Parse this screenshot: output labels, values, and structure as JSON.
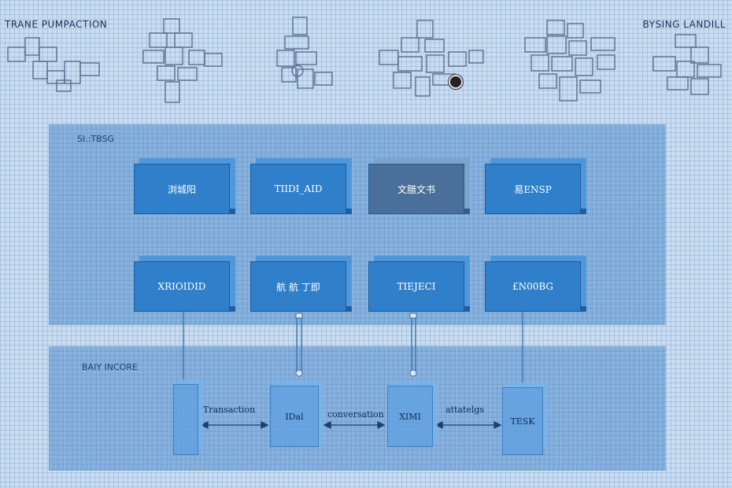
{
  "header": {
    "left_label": "TRANE PUMPACTION",
    "right_label": "BYSING LANDILL"
  },
  "top_panel": {
    "label": "SI.:TBSG",
    "boxes_row1": [
      "浏城阳",
      "TIIDI_AID",
      "文腊文书",
      "易ENSP"
    ],
    "boxes_row2": [
      "XRIOIDID",
      "航 航 丁即",
      "TIEJECI",
      "£N00BG"
    ]
  },
  "bottom_panel": {
    "label": "BAIY INCORE",
    "stores": [
      "",
      "IDal",
      "XIMI",
      "TESK"
    ],
    "links": [
      "Transaction",
      "conversation",
      "attatelgs"
    ]
  },
  "colors": {
    "accent": "#2f7fca",
    "dim_box": "#4a6f9a",
    "panel": "#5a96d2"
  }
}
